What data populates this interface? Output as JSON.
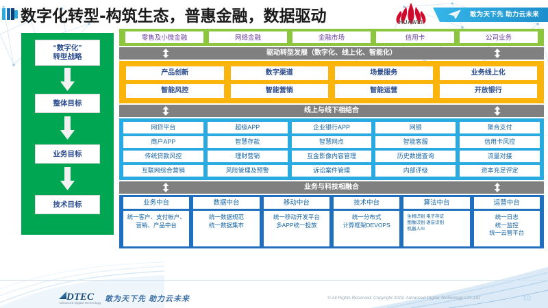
{
  "header": {
    "title": "数字化转型-构筑生态，普惠金融，数据驱动",
    "brand_name": "HUAWEI",
    "ribbon_text": "敢为天下先 助力云未来",
    "accent_color": "#29ABE2"
  },
  "strategy": {
    "panel_color": "#00A651",
    "items": [
      {
        "label": "“数字化”\n转型战略"
      },
      {
        "label": "整体目标"
      },
      {
        "label": "业务目标"
      },
      {
        "label": "技术目标"
      }
    ]
  },
  "bands": {
    "business": {
      "color": "#8CC63F",
      "cells": [
        "零售及小微金融",
        "网络金融",
        "金融市场",
        "信用卡",
        "公司业务"
      ]
    },
    "divider_1": {
      "label": "驱动转型发展（数字化、线上化、智能化）",
      "color": "#808080"
    },
    "drive": {
      "color": "#FAB40A",
      "cells": [
        "产品创新",
        "数字渠道",
        "场景服务",
        "业务线上化",
        "智能风控",
        "智能营销",
        "智能运营",
        "开放银行"
      ]
    },
    "divider_2": {
      "label": "线上与线下相结合",
      "color": "#808080"
    },
    "online": {
      "color": "#29ABE2",
      "cells": [
        "网贷平台",
        "超级APP",
        "企业银行APP",
        "网银",
        "聚合支付",
        "商户APP",
        "智慧存款",
        "智慧网点",
        "智能客服",
        "信用卡风控",
        "传统贷款风控",
        "理财营销",
        "互金影像内容管理",
        "历史数据查询",
        "流量对接",
        "互联网综合营销",
        "风险管理及预警",
        "诉讼案件管理",
        "内部评级",
        "资本充足评定"
      ]
    },
    "divider_3": {
      "label": "业务与科技相融合",
      "color": "#808080"
    },
    "platform": {
      "color": "#1F6FC0",
      "columns": [
        {
          "head": "业务中台",
          "body": "统一客户、支付帐户、营销、产品中台",
          "style": "normal"
        },
        {
          "head": "数据中台",
          "body": "统一数据规范\n统一数据集市",
          "style": "normal"
        },
        {
          "head": "移动中台",
          "body": "统一移动开发平台\n多APP统一投放",
          "style": "normal"
        },
        {
          "head": "技术中台",
          "body": "统一分布式\n计算框架DEVOPS",
          "style": "normal"
        },
        {
          "head": "算法中台",
          "body": "生物识别  电子存证\n图像识别  语音识别\n机器人AI",
          "style": "tiny"
        },
        {
          "head": "运营中台",
          "body": "统一日志\n统一监控\n统一云管平台",
          "style": "normal"
        }
      ]
    }
  },
  "footer": {
    "logo_text": "DTEC",
    "logo_sub": "Advanced Digital Technology",
    "slogan": "敢为天下先   助力云未来",
    "copyright": "© All Rights Reserved. Copyright 2019, Advanced Digital Technology CO.,Ltd",
    "page_number": "10"
  }
}
